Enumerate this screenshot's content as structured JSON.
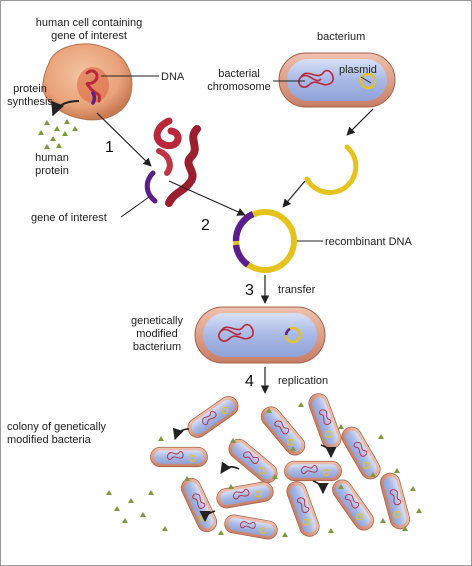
{
  "labels": {
    "human_cell_line1": "human cell containing",
    "human_cell_line2": "gene of interest",
    "bacterium": "bacterium",
    "dna": "DNA",
    "bacterial_line1": "bacterial",
    "bacterial_line2": "chromosome",
    "plasmid": "plasmid",
    "protein_line1": "protein",
    "protein_line2": "synthesis",
    "human_protein_line1": "human",
    "human_protein_line2": "protein",
    "gene_of_interest": "gene of interest",
    "recombinant_dna": "recombinant DNA",
    "transfer": "transfer",
    "gm_line1": "genetically",
    "gm_line2": "modified",
    "gm_line3": "bacterium",
    "replication": "replication",
    "colony_line1": "colony of genetically",
    "colony_line2": "modified bacteria"
  },
  "steps": [
    "1",
    "2",
    "3",
    "4"
  ],
  "colors": {
    "cell": "#e9a27a",
    "cell_nucleus": "#d9603a",
    "dna": "#b8283a",
    "gene": "#5a1f8c",
    "plasmid": "#e6c21c",
    "bacterium_wall": "#d99a86",
    "bacterium_inner": "#b8c6ea",
    "protein": "#7d9a3a",
    "arrow": "#222222"
  }
}
